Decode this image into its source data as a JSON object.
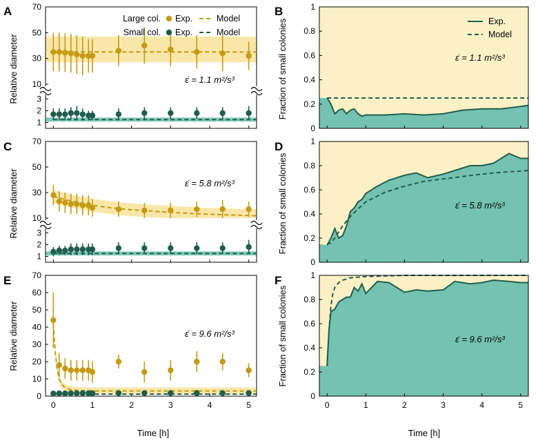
{
  "colors": {
    "large": "#c49a12",
    "large_band": "#f9e7aa",
    "small": "#1f5e4b",
    "small_fill": "#74c2b1",
    "small_band": "#7fc8b8",
    "bg_fill": "#fcf1c6"
  },
  "legend_left": {
    "large_label": "Large col.",
    "small_label": "Small col.",
    "exp_label": "Exp.",
    "model_label": "Model"
  },
  "legend_right": {
    "exp_label": "Exp.",
    "model_label": "Model"
  },
  "chart_data": [
    {
      "panel": "A",
      "type": "scatter",
      "xlabel": "",
      "ylabel": "Relative diameter",
      "annotation": "ε̇ = 1.1 m²/s³",
      "broken_axis": true,
      "upper_yticks": [
        10,
        30,
        50,
        70
      ],
      "lower_yticks": [
        1,
        2,
        3
      ],
      "xlim": [
        -0.2,
        5.2
      ],
      "xticks": [
        0,
        1,
        2,
        3,
        4,
        5
      ],
      "large_exp": {
        "x": [
          0,
          0.15,
          0.3,
          0.45,
          0.6,
          0.75,
          0.9,
          1.0,
          1.67,
          2.33,
          3.0,
          3.67,
          4.33,
          5.0
        ],
        "y": [
          35,
          35,
          34.5,
          34,
          33,
          32,
          32,
          32,
          36,
          40,
          37,
          35,
          34,
          32
        ],
        "err": [
          15,
          15,
          15,
          15,
          15,
          15,
          13,
          13,
          12,
          14,
          13,
          13,
          14,
          11
        ]
      },
      "large_model": {
        "x": [
          0,
          5.2
        ],
        "y": [
          35,
          35
        ]
      },
      "large_band": [
        27,
        47
      ],
      "small_exp": {
        "x": [
          0,
          0.15,
          0.3,
          0.45,
          0.6,
          0.75,
          0.9,
          1.0,
          1.67,
          2.33,
          3.0,
          3.67,
          4.33,
          5.0
        ],
        "y": [
          1.7,
          1.7,
          1.7,
          1.8,
          1.8,
          1.7,
          1.6,
          1.6,
          1.7,
          1.8,
          1.8,
          1.8,
          1.8,
          1.8
        ],
        "err": [
          0.5,
          0.5,
          0.5,
          0.5,
          0.6,
          0.5,
          0.4,
          0.4,
          0.5,
          0.5,
          0.5,
          0.5,
          0.5,
          0.6
        ]
      },
      "small_model": {
        "x": [
          0,
          5.2
        ],
        "y": [
          1.25,
          1.25
        ]
      },
      "small_band": [
        1.08,
        1.42
      ]
    },
    {
      "panel": "C",
      "type": "scatter",
      "xlabel": "",
      "ylabel": "Relative diameter",
      "annotation": "ε̇ = 5.8 m²/s³",
      "broken_axis": true,
      "upper_yticks": [
        10,
        30,
        50,
        70
      ],
      "lower_yticks": [
        1,
        2,
        3
      ],
      "xlim": [
        -0.2,
        5.2
      ],
      "xticks": [
        0,
        1,
        2,
        3,
        4,
        5
      ],
      "large_exp": {
        "x": [
          0,
          0.15,
          0.3,
          0.45,
          0.6,
          0.75,
          0.9,
          1.0,
          1.67,
          2.33,
          3.0,
          3.67,
          4.33,
          5.0
        ],
        "y": [
          28,
          23,
          22,
          21,
          21,
          20,
          20,
          18,
          17,
          16,
          16,
          17,
          17,
          17
        ],
        "err": [
          8,
          8,
          8,
          8,
          8,
          8,
          8,
          7,
          6,
          6,
          6,
          6,
          7,
          6
        ]
      },
      "large_model": {
        "x": [
          0,
          0.5,
          1.0,
          1.5,
          2.0,
          2.5,
          3.0,
          3.5,
          4.0,
          4.5,
          5.0,
          5.2
        ],
        "y": [
          27,
          23,
          20,
          18,
          16.5,
          15.5,
          14.5,
          13.7,
          13,
          12.5,
          12,
          11.8
        ]
      },
      "large_band_width": 5,
      "small_exp": {
        "x": [
          0,
          0.15,
          0.3,
          0.45,
          0.6,
          0.75,
          0.9,
          1.0,
          1.67,
          2.33,
          3.0,
          3.67,
          4.33,
          5.0
        ],
        "y": [
          1.4,
          1.5,
          1.5,
          1.6,
          1.6,
          1.6,
          1.6,
          1.6,
          1.7,
          1.7,
          1.7,
          1.7,
          1.7,
          1.8
        ],
        "err": [
          0.4,
          0.4,
          0.4,
          0.5,
          0.5,
          0.5,
          0.5,
          0.5,
          0.5,
          0.5,
          0.5,
          0.5,
          0.5,
          0.6
        ]
      },
      "small_model": {
        "x": [
          0,
          5.2
        ],
        "y": [
          1.25,
          1.25
        ]
      },
      "small_band": [
        1.08,
        1.42
      ]
    },
    {
      "panel": "E",
      "type": "scatter",
      "xlabel": "Time [h]",
      "ylabel": "Relative diameter",
      "annotation": "ε̇ = 9.6 m²/s³",
      "broken_axis": false,
      "yticks": [
        0,
        10,
        20,
        30,
        40,
        50,
        60,
        70
      ],
      "xlim": [
        -0.2,
        5.2
      ],
      "xticks": [
        0,
        1,
        2,
        3,
        4,
        5
      ],
      "large_exp": {
        "x": [
          0,
          0.15,
          0.3,
          0.45,
          0.6,
          0.75,
          0.9,
          1.0,
          1.67,
          2.33,
          3.0,
          3.67,
          4.33,
          5.0
        ],
        "y": [
          44,
          18,
          16,
          15,
          15,
          15,
          15,
          14,
          20,
          14,
          15,
          20,
          20,
          15
        ],
        "err": [
          16,
          7,
          6,
          6,
          6,
          6,
          6,
          6,
          4,
          6,
          6,
          6,
          5,
          4
        ]
      },
      "large_model": {
        "x": [
          0,
          0.05,
          0.1,
          0.15,
          0.2,
          0.3,
          0.4,
          0.5,
          0.7,
          1.0,
          1.5,
          2.0,
          3.0,
          4.0,
          5.2
        ],
        "y": [
          42,
          25,
          15,
          10,
          7,
          5,
          4,
          3.5,
          3.2,
          3,
          3,
          3,
          3,
          3,
          3
        ]
      },
      "large_band_width": 2,
      "small_exp": {
        "x": [
          0,
          0.15,
          0.3,
          0.45,
          0.6,
          0.75,
          0.9,
          1.0,
          1.67,
          2.33,
          3.0,
          3.67,
          4.33,
          5.0
        ],
        "y": [
          1.5,
          1.6,
          1.6,
          1.7,
          1.7,
          1.7,
          1.7,
          1.7,
          1.8,
          1.8,
          1.8,
          1.8,
          1.8,
          1.8
        ],
        "err": [
          0.3,
          0.3,
          0.3,
          0.3,
          0.3,
          0.3,
          0.3,
          0.3,
          0.3,
          0.3,
          0.3,
          0.3,
          0.3,
          0.3
        ]
      },
      "small_model": {
        "x": [
          0,
          5.2
        ],
        "y": [
          1.2,
          1.2
        ]
      }
    },
    {
      "panel": "B",
      "type": "area",
      "xlabel": "",
      "ylabel": "Fraction of small colonies",
      "annotation": "ε̇ = 1.1 m²/s³",
      "ylim": [
        0,
        1
      ],
      "yticks": [
        0,
        0.2,
        0.4,
        0.6,
        0.8,
        1
      ],
      "xlim": [
        -0.2,
        5.2
      ],
      "xticks": [
        0,
        1,
        2,
        3,
        4,
        5
      ],
      "initial_fraction": 0.25,
      "exp": {
        "x": [
          0,
          0.1,
          0.2,
          0.3,
          0.4,
          0.5,
          0.6,
          0.7,
          0.8,
          0.9,
          1.0,
          1.5,
          2.0,
          2.5,
          3.0,
          3.5,
          4.0,
          4.5,
          5.0,
          5.2
        ],
        "y": [
          0.25,
          0.2,
          0.12,
          0.15,
          0.16,
          0.12,
          0.15,
          0.16,
          0.12,
          0.1,
          0.11,
          0.11,
          0.12,
          0.11,
          0.12,
          0.15,
          0.16,
          0.16,
          0.18,
          0.19
        ]
      },
      "model": {
        "x": [
          0,
          5.2
        ],
        "y": [
          0.25,
          0.25
        ]
      }
    },
    {
      "panel": "D",
      "type": "area",
      "xlabel": "",
      "ylabel": "Fraction of small colonies",
      "annotation": "ε̇ = 5.8 m²/s³",
      "ylim": [
        0,
        1
      ],
      "yticks": [
        0,
        0.2,
        0.4,
        0.6,
        0.8,
        1
      ],
      "xlim": [
        -0.2,
        5.2
      ],
      "xticks": [
        0,
        1,
        2,
        3,
        4,
        5
      ],
      "initial_fraction": 0.15,
      "exp": {
        "x": [
          0,
          0.1,
          0.2,
          0.3,
          0.4,
          0.5,
          0.6,
          0.7,
          0.8,
          0.9,
          1.0,
          1.3,
          1.6,
          2.0,
          2.3,
          2.6,
          3.0,
          3.3,
          3.7,
          4.0,
          4.3,
          4.7,
          5.0,
          5.2
        ],
        "y": [
          0.14,
          0.2,
          0.28,
          0.2,
          0.22,
          0.3,
          0.42,
          0.45,
          0.5,
          0.52,
          0.57,
          0.63,
          0.68,
          0.72,
          0.74,
          0.7,
          0.73,
          0.76,
          0.8,
          0.8,
          0.82,
          0.9,
          0.86,
          0.86
        ]
      },
      "model": {
        "x": [
          0,
          0.1,
          0.2,
          0.4,
          0.6,
          0.8,
          1.0,
          1.5,
          2.0,
          2.5,
          3.0,
          3.5,
          4.0,
          4.5,
          5.0,
          5.2
        ],
        "y": [
          0.15,
          0.16,
          0.2,
          0.3,
          0.38,
          0.44,
          0.5,
          0.58,
          0.63,
          0.67,
          0.69,
          0.71,
          0.73,
          0.745,
          0.755,
          0.76
        ]
      }
    },
    {
      "panel": "F",
      "type": "area",
      "xlabel": "Time [h]",
      "ylabel": "Fraction of small colonies",
      "annotation": "ε̇ = 9.6 m²/s³",
      "ylim": [
        0,
        1
      ],
      "yticks": [
        0,
        0.2,
        0.4,
        0.6,
        0.8,
        1
      ],
      "xlim": [
        -0.2,
        5.2
      ],
      "xticks": [
        0,
        1,
        2,
        3,
        4,
        5
      ],
      "initial_fraction": 0.25,
      "exp": {
        "x": [
          0,
          0.05,
          0.1,
          0.2,
          0.3,
          0.4,
          0.5,
          0.6,
          0.7,
          0.8,
          0.9,
          1.0,
          1.3,
          1.6,
          2.0,
          2.3,
          2.6,
          3.0,
          3.3,
          3.7,
          4.0,
          4.3,
          4.7,
          5.0,
          5.2
        ],
        "y": [
          0.25,
          0.55,
          0.7,
          0.72,
          0.78,
          0.8,
          0.82,
          0.82,
          0.9,
          0.87,
          0.93,
          0.85,
          0.95,
          0.94,
          0.86,
          0.88,
          0.87,
          0.88,
          0.95,
          0.93,
          0.94,
          0.96,
          0.95,
          0.94,
          0.94
        ]
      },
      "model": {
        "x": [
          0,
          0.05,
          0.1,
          0.15,
          0.2,
          0.3,
          0.4,
          0.6,
          0.8,
          1.0,
          1.5,
          2.0,
          3.0,
          5.2
        ],
        "y": [
          0.25,
          0.55,
          0.75,
          0.85,
          0.9,
          0.94,
          0.96,
          0.98,
          0.985,
          0.99,
          0.995,
          1.0,
          1.0,
          1.0
        ]
      }
    }
  ]
}
